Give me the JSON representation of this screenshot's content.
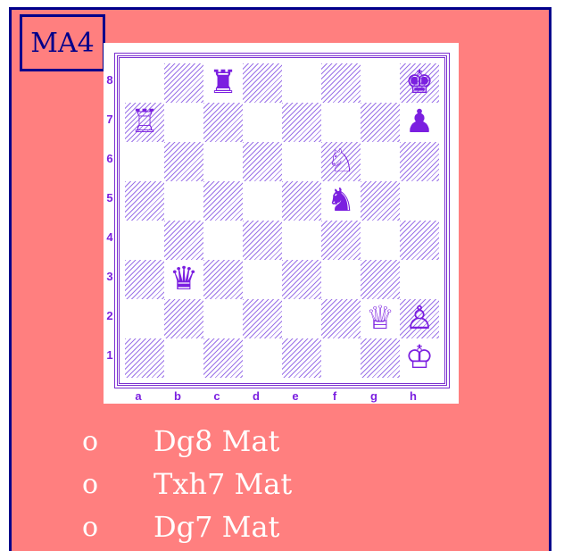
{
  "puzzle": {
    "label": "MA4"
  },
  "board": {
    "ranks": [
      "8",
      "7",
      "6",
      "5",
      "4",
      "3",
      "2",
      "1"
    ],
    "files": [
      "a",
      "b",
      "c",
      "d",
      "e",
      "f",
      "g",
      "h"
    ],
    "pieces": [
      {
        "square": "c8",
        "glyph": "♜",
        "color": "black",
        "name": "black-rook-icon"
      },
      {
        "square": "h8",
        "glyph": "♚",
        "color": "black",
        "name": "black-king-icon"
      },
      {
        "square": "a7",
        "glyph": "♖",
        "color": "white",
        "name": "white-rook-icon"
      },
      {
        "square": "h7",
        "glyph": "♟",
        "color": "black",
        "name": "black-pawn-icon"
      },
      {
        "square": "f6",
        "glyph": "♘",
        "color": "white",
        "name": "white-knight-icon"
      },
      {
        "square": "f5",
        "glyph": "♞",
        "color": "black",
        "name": "black-knight-icon"
      },
      {
        "square": "b3",
        "glyph": "♛",
        "color": "black",
        "name": "black-queen-icon"
      },
      {
        "square": "g2",
        "glyph": "♕",
        "color": "white",
        "name": "white-queen-icon"
      },
      {
        "square": "h2",
        "glyph": "♙",
        "color": "white",
        "name": "white-pawn-icon"
      },
      {
        "square": "h1",
        "glyph": "♔",
        "color": "white",
        "name": "white-king-icon"
      }
    ]
  },
  "options": [
    {
      "bullet": "o",
      "text": "Dg8 Mat"
    },
    {
      "bullet": "o",
      "text": "Txh7 Mat"
    },
    {
      "bullet": "o",
      "text": "Dg7 Mat"
    }
  ],
  "colors": {
    "background": "#ff7f7f",
    "border": "#00008b",
    "pieces": "#7b1fe0"
  }
}
